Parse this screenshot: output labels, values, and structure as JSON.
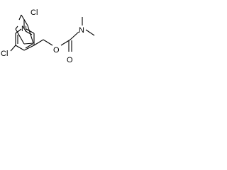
{
  "molecule": {
    "atoms": {
      "cl_top": "Cl",
      "n_ring": "N",
      "cl_bottom": "Cl",
      "o_ester": "O",
      "o_carbonyl": "O",
      "n_amine": "N"
    },
    "colors": {
      "bond": "#000000",
      "label": "#000000",
      "background": "#ffffff"
    }
  }
}
